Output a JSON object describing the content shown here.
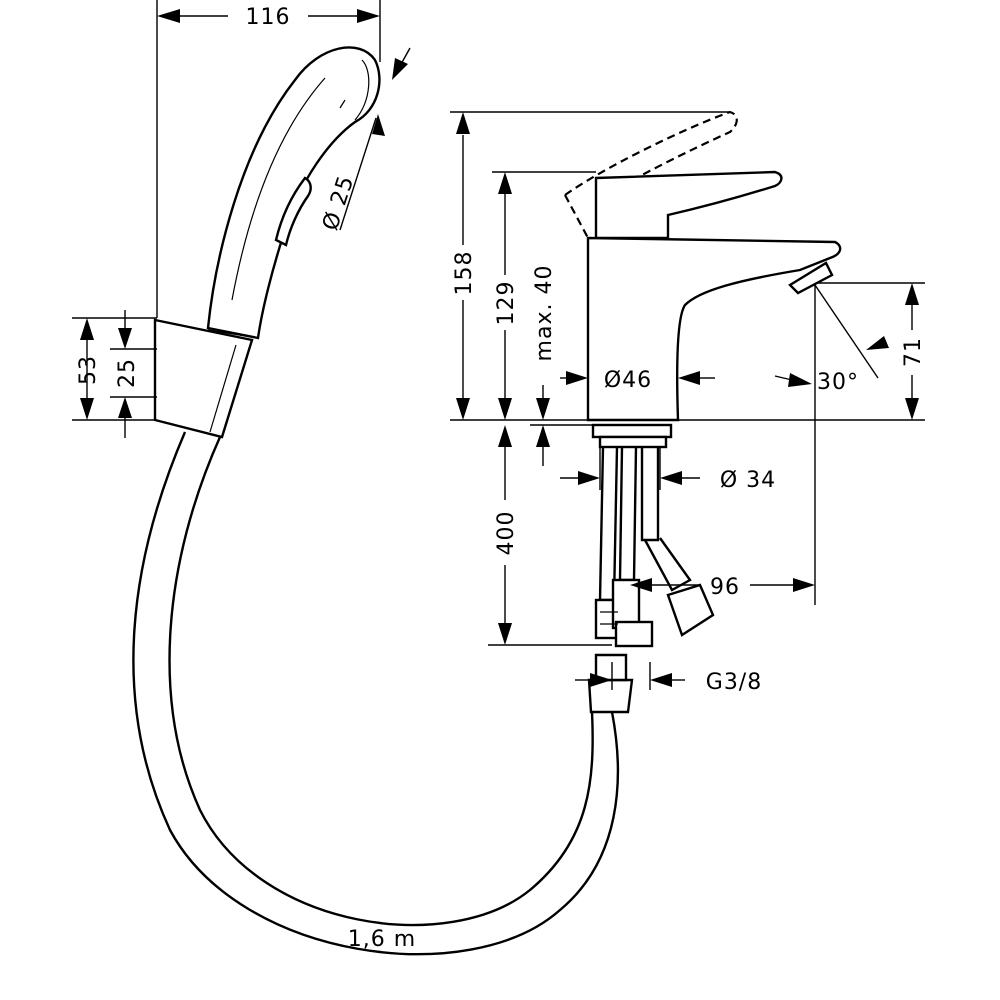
{
  "dimensions": {
    "width_116": "116",
    "diameter_25": "Ø 25",
    "height_53": "53",
    "height_25": "25",
    "height_158": "158",
    "height_129": "129",
    "max_40": "max. 40",
    "diameter_46": "Ø46",
    "angle_30": "30°",
    "height_71": "71",
    "diameter_34": "Ø 34",
    "length_400": "400",
    "reach_96": "96",
    "thread_g38": "G3/8",
    "hose_length": "1,6 m"
  },
  "colors": {
    "line": "#000000",
    "background": "#ffffff"
  }
}
